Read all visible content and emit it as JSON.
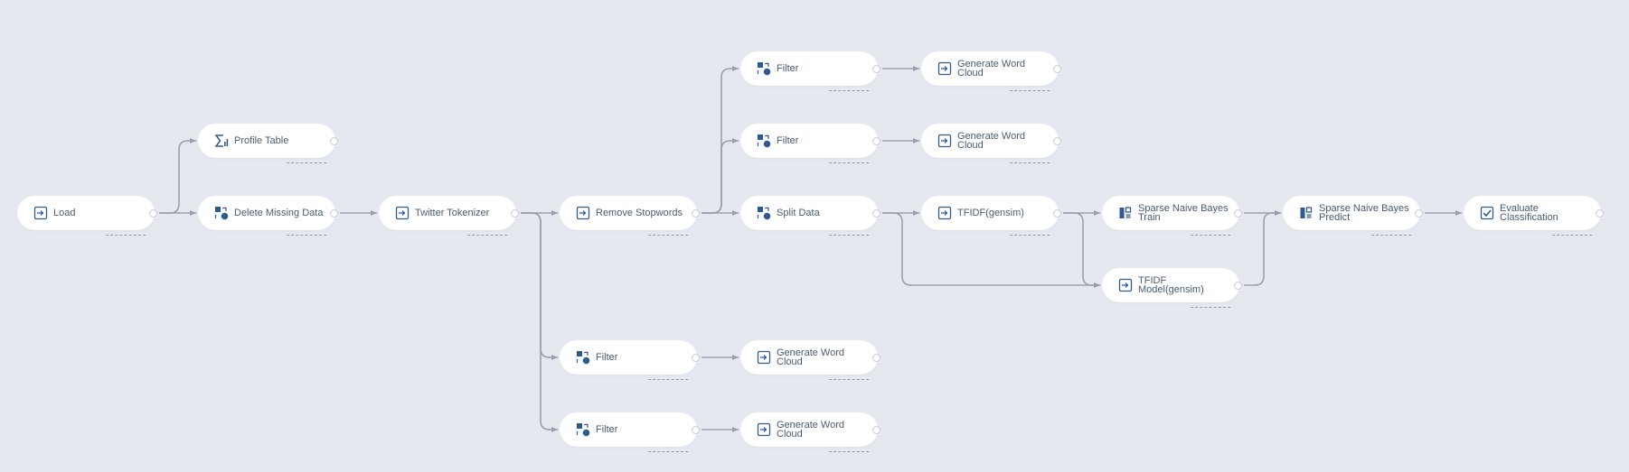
{
  "nodes": [
    {
      "id": "load",
      "label": "Load",
      "icon": "import-icon"
    },
    {
      "id": "profile-table",
      "label": "Profile Table",
      "icon": "sigma-stats-icon"
    },
    {
      "id": "delete-missing-data",
      "label": "Delete Missing Data",
      "icon": "transform-icon"
    },
    {
      "id": "twitter-tokenizer",
      "label": "Twitter Tokenizer",
      "icon": "import-icon"
    },
    {
      "id": "remove-stopwords",
      "label": "Remove Stopwords",
      "icon": "import-icon"
    },
    {
      "id": "filter-1",
      "label": "Filter",
      "icon": "transform-icon"
    },
    {
      "id": "filter-2",
      "label": "Filter",
      "icon": "transform-icon"
    },
    {
      "id": "split-data",
      "label": "Split Data",
      "icon": "transform-icon"
    },
    {
      "id": "filter-3",
      "label": "Filter",
      "icon": "transform-icon"
    },
    {
      "id": "filter-4",
      "label": "Filter",
      "icon": "transform-icon"
    },
    {
      "id": "word-cloud-1",
      "label": "Generate Word Cloud",
      "icon": "import-icon"
    },
    {
      "id": "word-cloud-2",
      "label": "Generate Word Cloud",
      "icon": "import-icon"
    },
    {
      "id": "word-cloud-3",
      "label": "Generate Word Cloud",
      "icon": "import-icon"
    },
    {
      "id": "word-cloud-4",
      "label": "Generate Word Cloud",
      "icon": "import-icon"
    },
    {
      "id": "tfidf-gensim",
      "label": "TFIDF(gensim)",
      "icon": "import-icon"
    },
    {
      "id": "tfidf-model-gensim",
      "label": "TFIDF Model(gensim)",
      "icon": "import-icon"
    },
    {
      "id": "nb-train",
      "label": "Sparse Naive Bayes Train",
      "icon": "model-icon"
    },
    {
      "id": "nb-predict",
      "label": "Sparse Naive Bayes Predict",
      "icon": "model-icon"
    },
    {
      "id": "evaluate",
      "label": "Evaluate Classification",
      "icon": "checkbox-icon"
    }
  ],
  "edges": [
    [
      "load",
      "profile-table"
    ],
    [
      "load",
      "delete-missing-data"
    ],
    [
      "delete-missing-data",
      "twitter-tokenizer"
    ],
    [
      "twitter-tokenizer",
      "remove-stopwords"
    ],
    [
      "twitter-tokenizer",
      "filter-3"
    ],
    [
      "twitter-tokenizer",
      "filter-4"
    ],
    [
      "remove-stopwords",
      "filter-1"
    ],
    [
      "remove-stopwords",
      "filter-2"
    ],
    [
      "remove-stopwords",
      "split-data"
    ],
    [
      "filter-1",
      "word-cloud-1"
    ],
    [
      "filter-2",
      "word-cloud-2"
    ],
    [
      "filter-3",
      "word-cloud-3"
    ],
    [
      "filter-4",
      "word-cloud-4"
    ],
    [
      "split-data",
      "tfidf-gensim"
    ],
    [
      "split-data",
      "tfidf-model-gensim"
    ],
    [
      "tfidf-gensim",
      "nb-train"
    ],
    [
      "tfidf-gensim",
      "tfidf-model-gensim"
    ],
    [
      "nb-train",
      "nb-predict"
    ],
    [
      "tfidf-model-gensim",
      "nb-predict"
    ],
    [
      "nb-predict",
      "evaluate"
    ]
  ],
  "colors": {
    "icon": "#2f5b8f",
    "edge": "#9aa1ab",
    "node_text": "#4a5a70"
  }
}
